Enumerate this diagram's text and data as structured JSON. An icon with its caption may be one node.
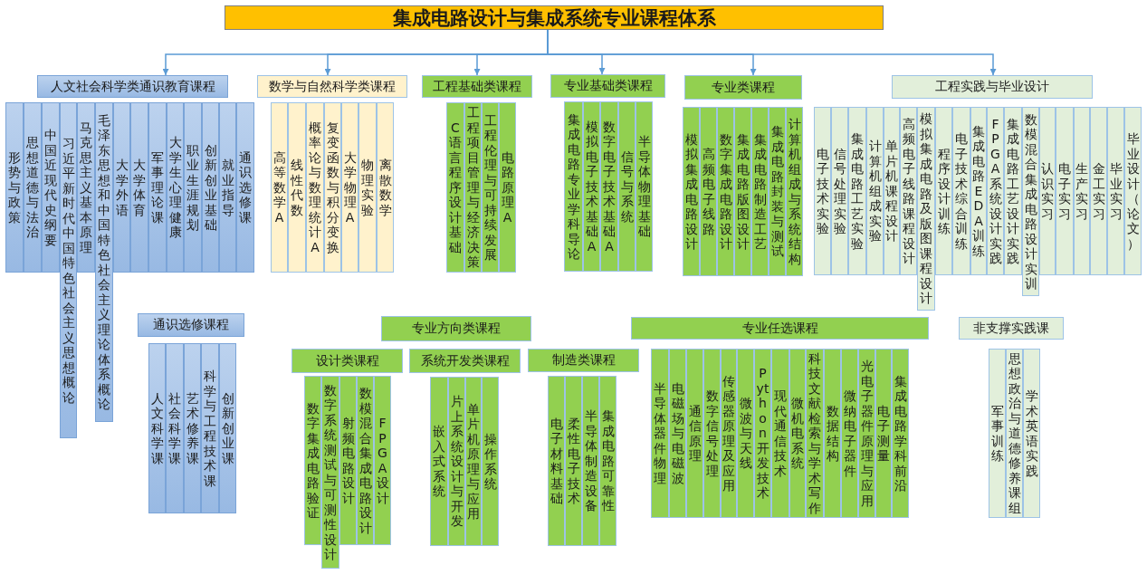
{
  "diagram": {
    "nodes": [
      {
        "text": [
          "集成电路设计与集成系统专业课程体系"
        ]
      },
      {
        "text": [
          "人文社会科学类通识教育课程"
        ]
      },
      {
        "text": [
          "数学与自然科学类课程"
        ]
      },
      {
        "text": [
          "工程基础类课程"
        ]
      },
      {
        "text": [
          "专业基础类课程"
        ]
      },
      {
        "text": [
          "专业类课程"
        ]
      },
      {
        "text": [
          "工程实践与毕业设计"
        ]
      },
      {
        "text": [
          "形势与政策"
        ]
      },
      {
        "text": [
          "思想道德与法治"
        ]
      },
      {
        "text": [
          "中国近现代史纲要"
        ]
      },
      {
        "text": [
          "习近平新时代中国特色社会主义思想概论"
        ]
      },
      {
        "text": [
          "马克思主义基本原理"
        ]
      },
      {
        "text": [
          "毛泽东思想和中国特色社会主义理论体系概论"
        ]
      },
      {
        "text": [
          "大学外语"
        ]
      },
      {
        "text": [
          "大学体育"
        ]
      },
      {
        "text": [
          "军事理论课"
        ]
      },
      {
        "text": [
          "大学生心理健康"
        ]
      },
      {
        "text": [
          "职业生涯规划"
        ]
      },
      {
        "text": [
          "创新创业基础"
        ]
      },
      {
        "text": [
          "就业指导"
        ]
      },
      {
        "text": [
          "通识选修课"
        ]
      },
      {
        "text": [
          "高等数学A"
        ]
      },
      {
        "text": [
          "线性代数"
        ]
      },
      {
        "text": [
          "概率论与数理统计A"
        ]
      },
      {
        "text": [
          "复变函数与积分变换"
        ]
      },
      {
        "text": [
          "大学物理A"
        ]
      },
      {
        "text": [
          "物理实验"
        ]
      },
      {
        "text": [
          "离散数学"
        ]
      },
      {
        "text": [
          "C语言程序设计基础"
        ]
      },
      {
        "text": [
          "工程项目管理与经济决策"
        ]
      },
      {
        "text": [
          "工程伦理与可持续发展"
        ]
      },
      {
        "text": [
          "电路原理A"
        ]
      },
      {
        "text": [
          "集成电路专业学科导论"
        ]
      },
      {
        "text": [
          "模拟电子技术基础A"
        ]
      },
      {
        "text": [
          "数字电子技术基础A"
        ]
      },
      {
        "text": [
          "信号与系统"
        ]
      },
      {
        "text": [
          "半导体物理基础"
        ]
      },
      {
        "text": [
          "模拟集成电路设计"
        ]
      },
      {
        "text": [
          "高频电子线路"
        ]
      },
      {
        "text": [
          "数字集成电路设计"
        ]
      },
      {
        "text": [
          "集成电路版图设计"
        ]
      },
      {
        "text": [
          "集成电路制造工艺"
        ]
      },
      {
        "text": [
          "集成电路封装与测试"
        ]
      },
      {
        "text": [
          "计算机组成与系统结构"
        ]
      },
      {
        "text": [
          "电子技术实验"
        ]
      },
      {
        "text": [
          "信号处理实验"
        ]
      },
      {
        "text": [
          "集成电路工艺实验"
        ]
      },
      {
        "text": [
          "计算机组成实验"
        ]
      },
      {
        "text": [
          "单片机课程设计"
        ]
      },
      {
        "text": [
          "高频电子线路课程设计"
        ]
      },
      {
        "text": [
          "模拟集成电路及版图课程设计"
        ]
      },
      {
        "text": [
          "程序设计训练"
        ]
      },
      {
        "text": [
          "电子技术综合训练"
        ]
      },
      {
        "text": [
          "集成电路EDA训练"
        ]
      },
      {
        "text": [
          "FPGA系统设计实践"
        ]
      },
      {
        "text": [
          "集成电路工艺设计实践"
        ]
      },
      {
        "text": [
          "数模混合集成电路设计实训"
        ]
      },
      {
        "text": [
          "认识实习"
        ]
      },
      {
        "text": [
          "电子实习"
        ]
      },
      {
        "text": [
          "生产实习"
        ]
      },
      {
        "text": [
          "金工实习"
        ]
      },
      {
        "text": [
          "毕业实习"
        ]
      },
      {
        "text": [
          "毕业设计（论文）"
        ]
      },
      {
        "text": [
          "通识选修课程"
        ]
      },
      {
        "text": [
          "人文科学课"
        ]
      },
      {
        "text": [
          "社会科学课"
        ]
      },
      {
        "text": [
          "艺术修养课"
        ]
      },
      {
        "text": [
          "科学与工程技术课"
        ]
      },
      {
        "text": [
          "创新创业课"
        ]
      },
      {
        "text": [
          "专业方向类课程"
        ]
      },
      {
        "text": [
          "设计类课程"
        ]
      },
      {
        "text": [
          "数字集成电路验证"
        ]
      },
      {
        "text": [
          "数字系统测试与可测性设计"
        ]
      },
      {
        "text": [
          "射频电路设计"
        ]
      },
      {
        "text": [
          "数模混合集成电路设计"
        ]
      },
      {
        "text": [
          "FPGA设计"
        ]
      },
      {
        "text": [
          "系统开发类课程"
        ]
      },
      {
        "text": [
          "嵌入式系统"
        ]
      },
      {
        "text": [
          "片上系统设计与开发"
        ]
      },
      {
        "text": [
          "单片机原理与应用"
        ]
      },
      {
        "text": [
          "操作系统"
        ]
      },
      {
        "text": [
          "制造类课程"
        ]
      },
      {
        "text": [
          "电子材料基础"
        ]
      },
      {
        "text": [
          "柔性电子技术"
        ]
      },
      {
        "text": [
          "半导体制造设备"
        ]
      },
      {
        "text": [
          "集成电路可靠性"
        ]
      },
      {
        "text": [
          "专业任选课程"
        ]
      },
      {
        "text": [
          "半导体器件物理"
        ]
      },
      {
        "text": [
          "电磁场与电磁波"
        ]
      },
      {
        "text": [
          "通信原理"
        ]
      },
      {
        "text": [
          "数字信号处理"
        ]
      },
      {
        "text": [
          "传感器原理及应用"
        ]
      },
      {
        "text": [
          "微波与天线"
        ]
      },
      {
        "text": [
          "Python开发技术"
        ]
      },
      {
        "text": [
          "现代通信技术"
        ]
      },
      {
        "text": [
          "微机电系统"
        ]
      },
      {
        "text": [
          "科技文献检索与学术写作"
        ]
      },
      {
        "text": [
          "数据结构"
        ]
      },
      {
        "text": [
          "微纳电子器件"
        ]
      },
      {
        "text": [
          "光电子器件原理与应用"
        ]
      },
      {
        "text": [
          "电子测量"
        ]
      },
      {
        "text": [
          "集成电路学科前沿"
        ]
      },
      {
        "text": [
          "非支撑实践课"
        ]
      },
      {
        "text": [
          "军事训练"
        ]
      },
      {
        "text": [
          "思想政治与道德修养课组"
        ]
      },
      {
        "text": [
          "学术英语实践"
        ]
      }
    ],
    "edges": [
      {
        "from": 0,
        "to": 1,
        "arrow": "to"
      },
      {
        "from": 0,
        "to": 2,
        "arrow": "to"
      },
      {
        "from": 0,
        "to": 3,
        "arrow": "to"
      },
      {
        "from": 0,
        "to": 4,
        "arrow": "to"
      },
      {
        "from": 0,
        "to": 5,
        "arrow": "to"
      },
      {
        "from": 0,
        "to": 6,
        "arrow": "to"
      }
    ]
  }
}
